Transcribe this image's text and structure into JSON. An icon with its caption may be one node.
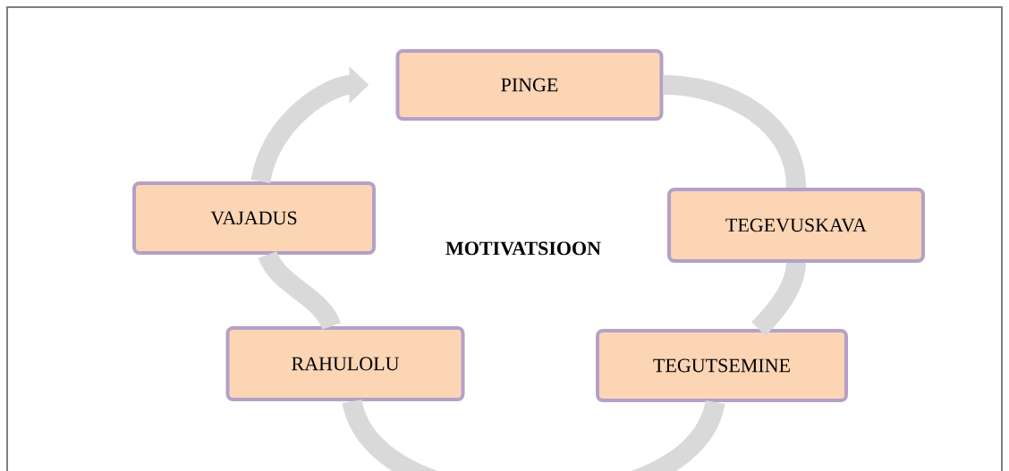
{
  "diagram": {
    "nodes": [
      {
        "text": [
          "PINGE"
        ]
      },
      {
        "text": [
          "TEGEVUSKAVA"
        ]
      },
      {
        "text": [
          "TEGUTSEMINE"
        ]
      },
      {
        "text": [
          "RAHULOLU"
        ]
      },
      {
        "text": [
          "VAJADUS"
        ]
      }
    ],
    "edges": [
      {
        "from": 0,
        "to": 1,
        "arrow": "none"
      },
      {
        "from": 1,
        "to": 2,
        "arrow": "none"
      },
      {
        "from": 2,
        "to": 3,
        "arrow": "none"
      },
      {
        "from": 3,
        "to": 4,
        "arrow": "none"
      },
      {
        "from": 4,
        "to": 0,
        "arrow": "to"
      }
    ],
    "labels": [
      "MOTIVATSIOON"
    ]
  }
}
